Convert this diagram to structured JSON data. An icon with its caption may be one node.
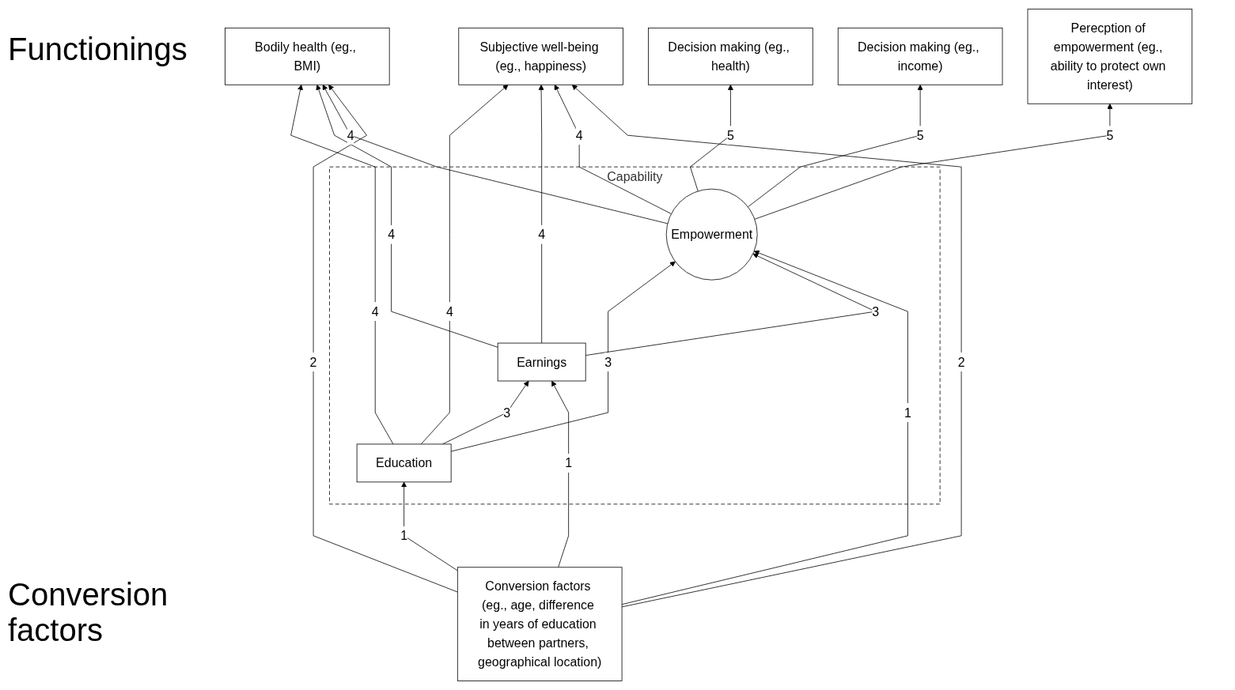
{
  "diagram": {
    "nodes": [
      {
        "text": [
          "Bodily health (eg., BMI)"
        ]
      },
      {
        "text": [
          "Subjective well-being (eg., happiness)"
        ]
      },
      {
        "text": [
          "Decision making (eg., health)"
        ]
      },
      {
        "text": [
          "Capability"
        ]
      },
      {
        "text": [
          "Earnings"
        ],
        "in": 3
      },
      {
        "text": [
          "Empowerment"
        ],
        "in": 3
      },
      {
        "text": [
          "Education"
        ],
        "in": 3
      },
      {
        "text": [
          "Decision making (eg., income)"
        ]
      },
      {
        "text": [
          "Perecption of empowerment (eg., ability to protect own interest)"
        ]
      },
      {
        "text": [
          "Conversion factors (eg., age, difference in years of education between partners, geographical location)"
        ]
      }
    ],
    "edges": [
      {
        "from": 6,
        "to": 0,
        "arrow": "to",
        "label": "4"
      },
      {
        "from": 6,
        "to": 1,
        "arrow": "to",
        "label": "4"
      },
      {
        "from": 4,
        "to": 0,
        "arrow": "to",
        "label": "4"
      },
      {
        "from": 4,
        "to": 1,
        "arrow": "to",
        "label": "4"
      },
      {
        "from": 5,
        "to": 0,
        "arrow": "to",
        "label": "4"
      },
      {
        "from": 5,
        "to": 1,
        "arrow": "to",
        "label": "4"
      },
      {
        "from": 6,
        "to": 4,
        "arrow": "to",
        "label": "3"
      },
      {
        "from": 6,
        "to": 5,
        "arrow": "to",
        "label": "3"
      },
      {
        "from": 4,
        "to": 5,
        "arrow": "to",
        "label": "3"
      },
      {
        "from": 5,
        "to": 2,
        "arrow": "to",
        "label": "5"
      },
      {
        "from": 5,
        "to": 7,
        "arrow": "to",
        "label": "5"
      },
      {
        "from": 5,
        "to": 8,
        "arrow": "to",
        "label": "5"
      },
      {
        "from": 9,
        "to": 6,
        "arrow": "to",
        "label": "1"
      },
      {
        "from": 9,
        "to": 4,
        "arrow": "to",
        "label": "1"
      },
      {
        "from": 9,
        "to": 0,
        "arrow": "to",
        "label": "2"
      },
      {
        "from": 9,
        "to": 1,
        "arrow": "to",
        "label": "2"
      },
      {
        "from": 9,
        "to": 5,
        "arrow": "to",
        "label": "1"
      }
    ],
    "labels": [
      "Functionings",
      "Conversion factors"
    ]
  }
}
